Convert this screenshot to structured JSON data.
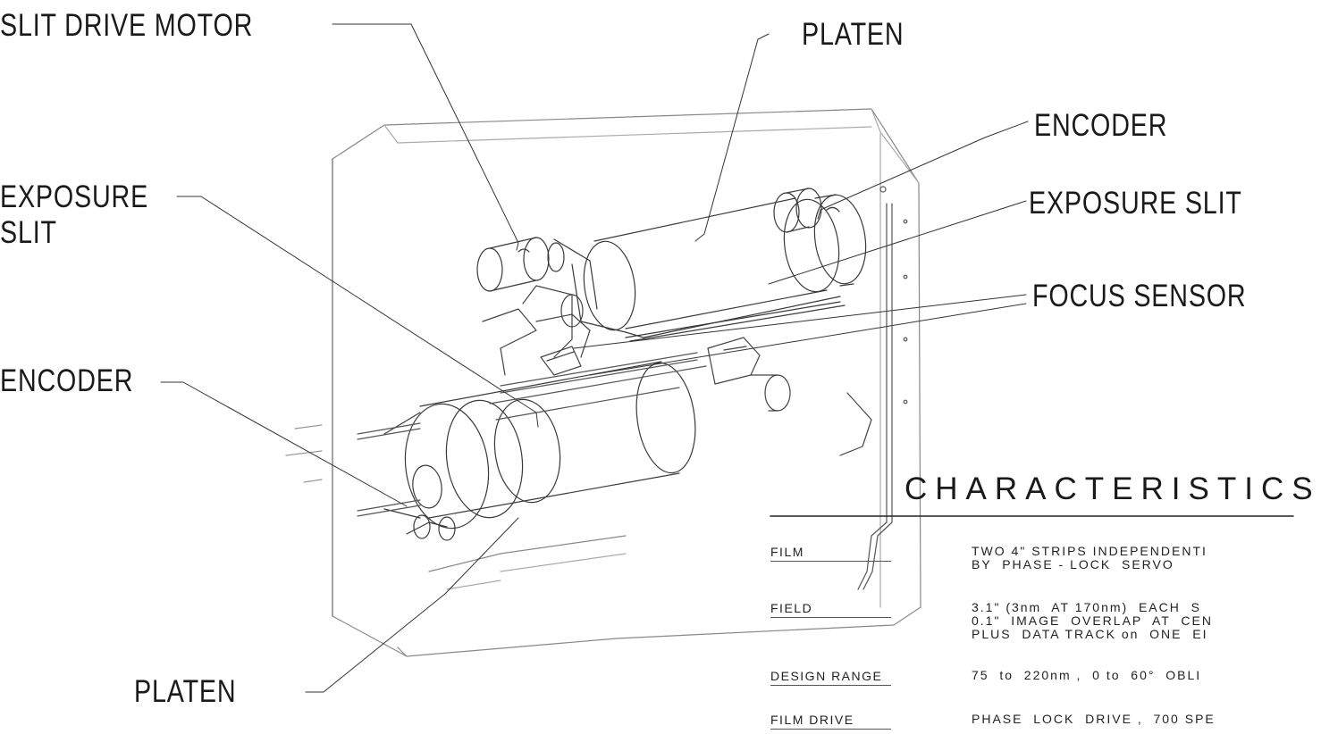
{
  "callouts": {
    "slit_drive_motor": "SLIT DRIVE MOTOR",
    "platen_top": "PLATEN",
    "encoder_right": "ENCODER",
    "exposure_slit_left_line1": "EXPOSURE",
    "exposure_slit_left_line2": "SLIT",
    "exposure_slit_right": "EXPOSURE SLIT",
    "focus_sensor": "FOCUS SENSOR",
    "encoder_left": "ENCODER",
    "platen_bottom": "PLATEN"
  },
  "characteristics": {
    "title": "CHARACTERISTICS",
    "rows": [
      {
        "label": "FILM",
        "value": "TWO 4\" STRIPS INDEPENDENTI\nBY  PHASE - LOCK  SERVO"
      },
      {
        "label": "FIELD",
        "value": "3.1\" (3nm  AT 170nm)  EACH  S\n0.1\"  IMAGE  OVERLAP  AT  CEN\nPLUS  DATA TRACK on  ONE  EI"
      },
      {
        "label": "DESIGN RANGE",
        "value": "75  to  220nm ,  0 to  60°  OBLI"
      },
      {
        "label": "FILM DRIVE",
        "value": "PHASE  LOCK  DRIVE ,  700 SPE"
      }
    ]
  }
}
